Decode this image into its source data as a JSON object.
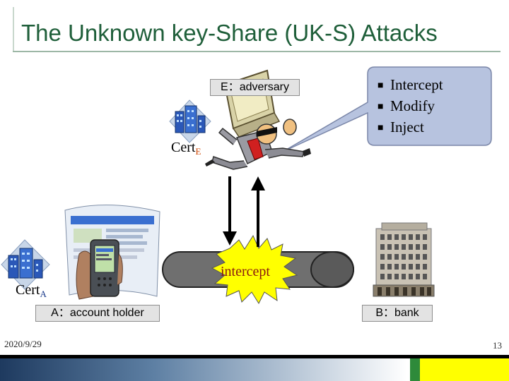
{
  "slide": {
    "title": "The Unknown key-Share (UK-S) Attacks",
    "footer_date": "2020/9/29",
    "slide_number": "13"
  },
  "labels": {
    "adversary": "E：adversary",
    "account_holder": "A：account holder",
    "bank": "B：bank",
    "intercept": "intercept"
  },
  "certs": {
    "cert_e": {
      "base": "Cert",
      "sub": "E"
    },
    "cert_a": {
      "base": "Cert",
      "sub": "A"
    }
  },
  "callout": {
    "bullet": "■",
    "items": [
      "Intercept",
      "Modify",
      "Inject"
    ]
  },
  "colors": {
    "title": "#1f5f3a",
    "callout_fill": "#b7c3df",
    "channel_fill": "#6f6f6f",
    "burst_fill": "#ffff00",
    "arrow": "#000000"
  }
}
